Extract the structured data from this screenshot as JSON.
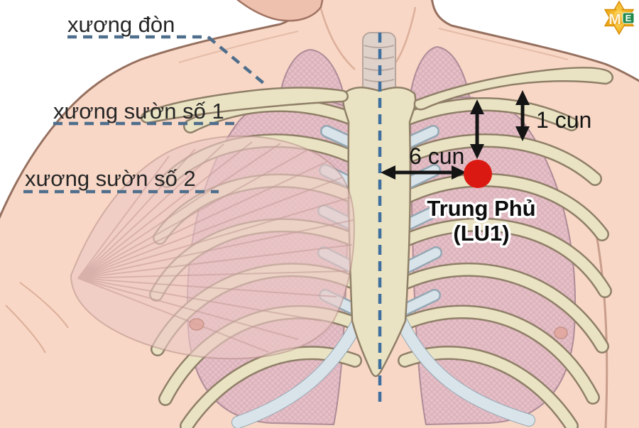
{
  "diagram": {
    "description": "Anterior chest anatomy diagram locating the Trung Phu (LU1) acupuncture point",
    "annotations": {
      "clavicle_label": "xương đòn",
      "rib1_label": "xương sườn số 1",
      "rib2_label": "xương sườn số 2",
      "horizontal_measure": "6 cun",
      "vertical_measure": "1 cun",
      "acupoint_name": "Trung Phủ",
      "acupoint_code": "(LU1)"
    },
    "logo": {
      "letter_m": "M",
      "letter_e": "E"
    },
    "colors": {
      "skin": "#f8d7c6",
      "skin_shadow": "#eec0ae",
      "body_outline": "#96705f",
      "bone": "#eae3c3",
      "bone_edge": "#8f7f68",
      "cartilage": "#d9e3ea",
      "cartilage_edge": "#93a8b3",
      "lung_pink": "#e6bfc7",
      "lung_hatch": "#c59aa6",
      "muscle_pink": "#edc9c6",
      "dash_label": "#4e6e8c",
      "dash_midline": "#3f6f9e",
      "annotation_black": "#141414",
      "acupoint_red": "#da1a12",
      "logo_gold": "#f2ac1c",
      "logo_green": "#1f8a4c"
    }
  }
}
